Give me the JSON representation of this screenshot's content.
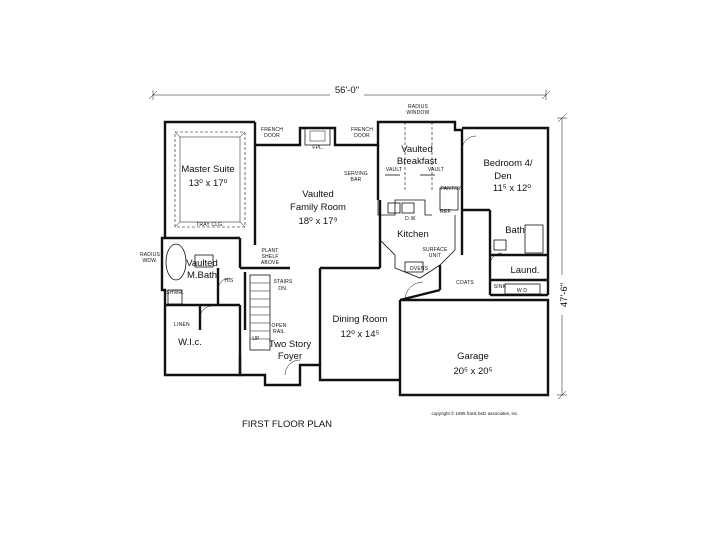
{
  "plan": {
    "title": "FIRST FLOOR PLAN",
    "width_dim": "56'-0\"",
    "depth_dim": "47'-6\"",
    "copyright": "copyright © 1995 frank betz associates, inc."
  },
  "rooms": {
    "master_suite": {
      "name": "Master Suite",
      "size": "13⁰ x 17⁰"
    },
    "family_room": {
      "name_line1": "Vaulted",
      "name_line2": "Family Room",
      "size": "18⁰ x 17⁹"
    },
    "breakfast": {
      "name_line1": "Vaulted",
      "name_line2": "Breakfast"
    },
    "bedroom4": {
      "name_line1": "Bedroom 4/",
      "name_line2": "Den",
      "size": "11⁵ x 12⁰"
    },
    "kitchen": {
      "name": "Kitchen"
    },
    "bath": {
      "name": "Bath"
    },
    "laundry": {
      "name": "Laund."
    },
    "master_bath": {
      "name_line1": "Vaulted",
      "name_line2": "M.Bath"
    },
    "wic": {
      "name": "W.I.c."
    },
    "dining": {
      "name": "Dining Room",
      "size": "12⁰ x 14⁵"
    },
    "foyer": {
      "name_line1": "Two Story",
      "name_line2": "Foyer"
    },
    "garage": {
      "name": "Garage",
      "size": "20⁵ x 20⁵"
    }
  },
  "notes": {
    "french_door_left": [
      "FRENCH",
      "DOOR"
    ],
    "french_door_right": [
      "FRENCH",
      "DOOR"
    ],
    "radius_window_top": [
      "RADIUS",
      "WINDOW"
    ],
    "radius_window_left": [
      "RADIUS",
      "WDW."
    ],
    "fireplace": "FPL.",
    "serving_bar": [
      "SERVING",
      "BAR"
    ],
    "vault_left": "VAULT",
    "vault_right": "VAULT",
    "pantry": "PANTRY",
    "ref": "REF.",
    "dw": "D.W.",
    "surface_unit": [
      "SURFACE",
      "UNIT"
    ],
    "ovens": "OVENS",
    "tray_clg": "TRAY CLG.",
    "plant_shelf": [
      "PLANT",
      "SHELF",
      "ABOVE"
    ],
    "his": "HIS",
    "shwr": "SHWR.",
    "linen": "LINEN",
    "stairs_dn": [
      "STAIRS",
      "DN."
    ],
    "open_rail": [
      "OPEN",
      "RAIL"
    ],
    "stairs_up": "UP",
    "coats": "COATS",
    "sink": "SINK",
    "wd": "W  D"
  }
}
